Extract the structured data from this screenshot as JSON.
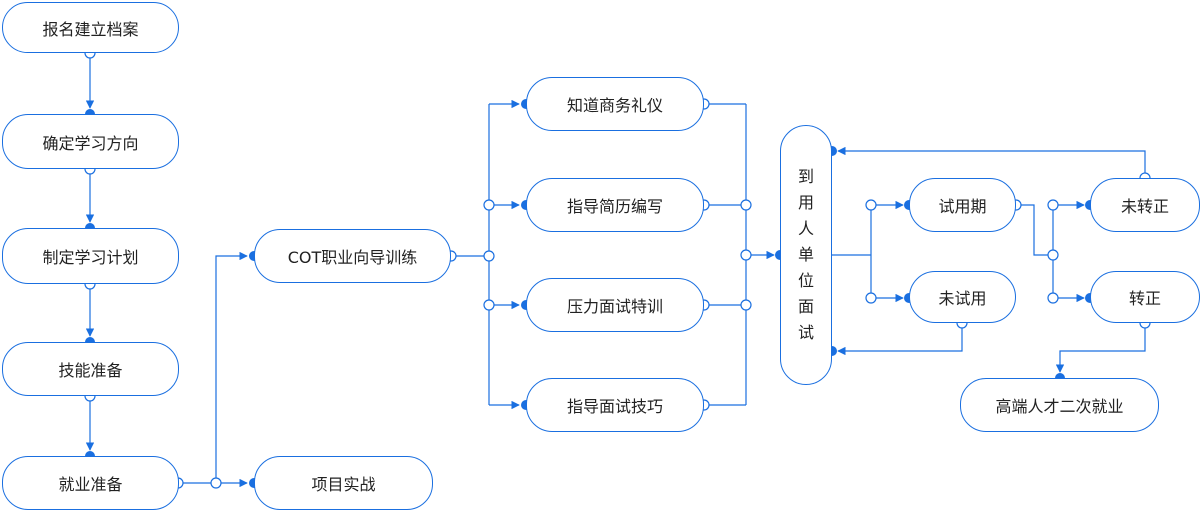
{
  "nodes": {
    "signup": "报名建立档案",
    "direction": "确定学习方向",
    "plan": "制定学习计划",
    "skills": "技能准备",
    "employment_prep": "就业准备",
    "cot": "COT职业向导训练",
    "project": "项目实战",
    "etiquette": "知道商务礼仪",
    "resume": "指导简历编写",
    "pressure": "压力面试特训",
    "interview_tips": "指导面试技巧",
    "employer_interview": "到用人单位面试",
    "probation": "试用期",
    "no_probation": "未试用",
    "not_regular": "未转正",
    "regular": "转正",
    "high_end": "高端人才二次就业"
  },
  "colors": {
    "accent": "#1a6fe0",
    "node_fill": "#ffffff",
    "text": "#222222"
  }
}
